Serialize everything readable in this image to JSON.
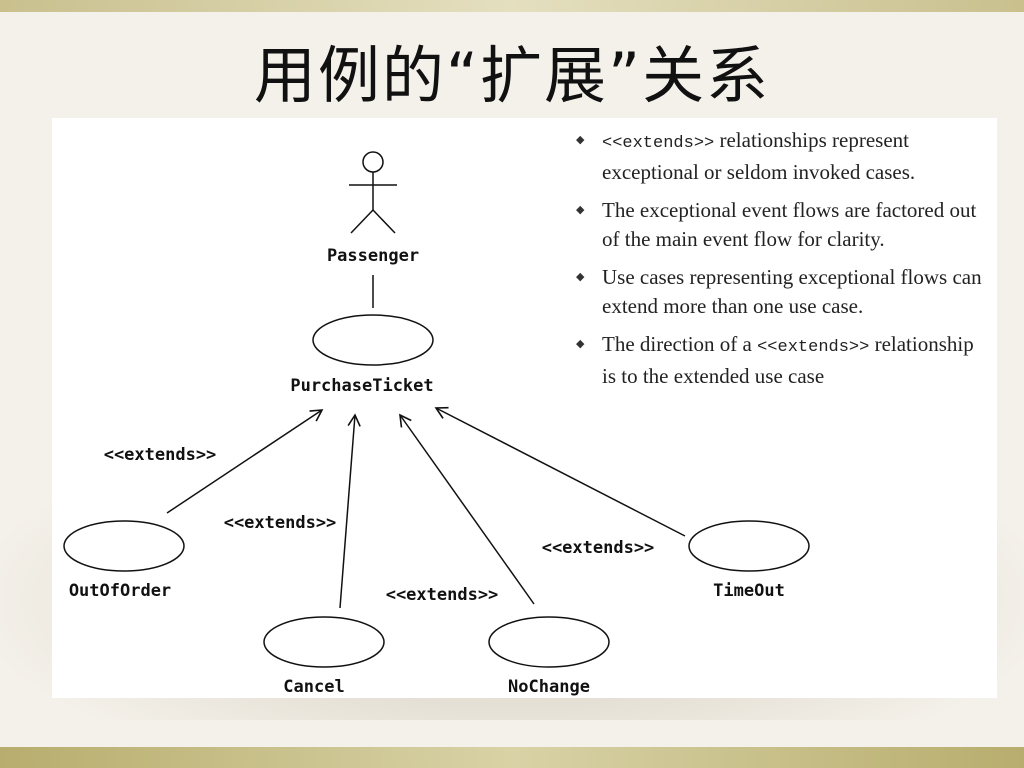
{
  "slide": {
    "title": "用例的“扩展”关系"
  },
  "diagram": {
    "actor": {
      "label": "Passenger"
    },
    "base_use_case": {
      "label": "PurchaseTicket"
    },
    "extension_use_cases": [
      {
        "label": "OutOfOrder"
      },
      {
        "label": "Cancel"
      },
      {
        "label": "NoChange"
      },
      {
        "label": "TimeOut"
      }
    ],
    "relationship_label": "<<extends>>"
  },
  "notes": [
    {
      "code": "<<extends>>",
      "text": " relationships represent exceptional or seldom invoked cases."
    },
    {
      "text": "The exceptional event flows are factored out of the main event flow for clarity."
    },
    {
      "text": "Use cases representing exceptional flows can extend more than one use case."
    },
    {
      "text_before": "The direction of a ",
      "code": "<<extends>>",
      "text_after": " relationship is to the extended use case"
    }
  ]
}
